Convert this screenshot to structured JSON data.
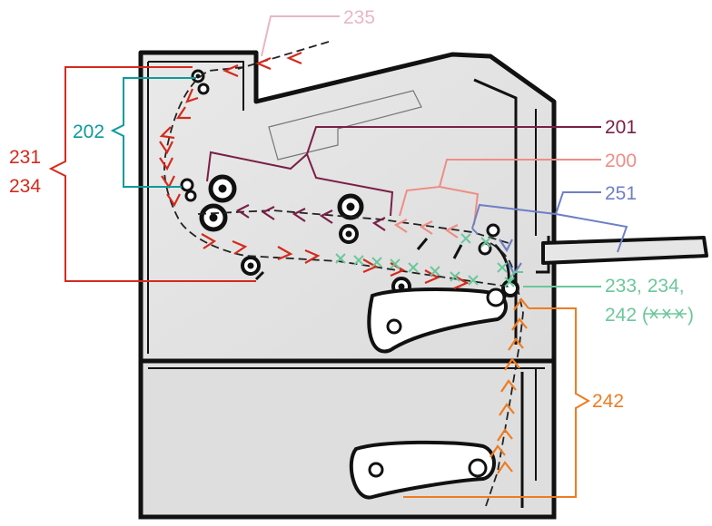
{
  "labels": {
    "l235": "235",
    "l231": "231",
    "l234": "234",
    "l202": "202",
    "l201": "201",
    "l200": "200",
    "l251": "251",
    "l233": "233, 234,",
    "l242a": "242 (",
    "l242a_close": ")",
    "l242b": "242"
  },
  "colors": {
    "red": "#d42a1c",
    "teal": "#0e9a9a",
    "maroon": "#7a1f47",
    "salmon": "#ef8d86",
    "pink": "#e8b7c4",
    "blue": "#6f7fc4",
    "green": "#6cc79b",
    "orange": "#ee7c22",
    "body": "#e2e2e2"
  }
}
